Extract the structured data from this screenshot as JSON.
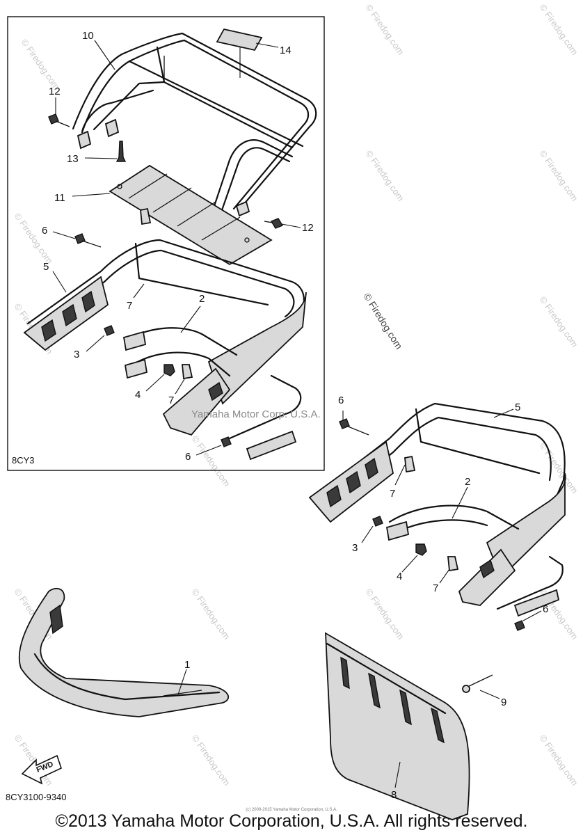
{
  "inset_code": "8CY3",
  "part_code": "8CY3100-9340",
  "fwd_label": "FWD",
  "center_watermark": "Yamaha Motor Corp. U.S.A.",
  "site_watermark": "© Firedog.com",
  "tiny_copyright": "(c) 2000-2015 Yamaha Motor Corporation, U.S.A.",
  "footer": "©2013 Yamaha Motor Corporation, U.S.A. All rights reserved.",
  "callouts": [
    {
      "id": "inset-10",
      "label": "10"
    },
    {
      "id": "inset-14",
      "label": "14"
    },
    {
      "id": "inset-12a",
      "label": "12"
    },
    {
      "id": "inset-13",
      "label": "13"
    },
    {
      "id": "inset-11",
      "label": "11"
    },
    {
      "id": "inset-12b",
      "label": "12"
    },
    {
      "id": "inset-6a",
      "label": "6"
    },
    {
      "id": "inset-5",
      "label": "5"
    },
    {
      "id": "inset-7a",
      "label": "7"
    },
    {
      "id": "inset-2",
      "label": "2"
    },
    {
      "id": "inset-3",
      "label": "3"
    },
    {
      "id": "inset-4",
      "label": "4"
    },
    {
      "id": "inset-7b",
      "label": "7"
    },
    {
      "id": "inset-6b",
      "label": "6"
    },
    {
      "id": "main-6a",
      "label": "6"
    },
    {
      "id": "main-5",
      "label": "5"
    },
    {
      "id": "main-7a",
      "label": "7"
    },
    {
      "id": "main-2",
      "label": "2"
    },
    {
      "id": "main-3",
      "label": "3"
    },
    {
      "id": "main-4",
      "label": "4"
    },
    {
      "id": "main-7b",
      "label": "7"
    },
    {
      "id": "main-6b",
      "label": "6"
    },
    {
      "id": "main-1",
      "label": "1"
    },
    {
      "id": "main-9",
      "label": "9"
    },
    {
      "id": "main-8",
      "label": "8"
    }
  ]
}
